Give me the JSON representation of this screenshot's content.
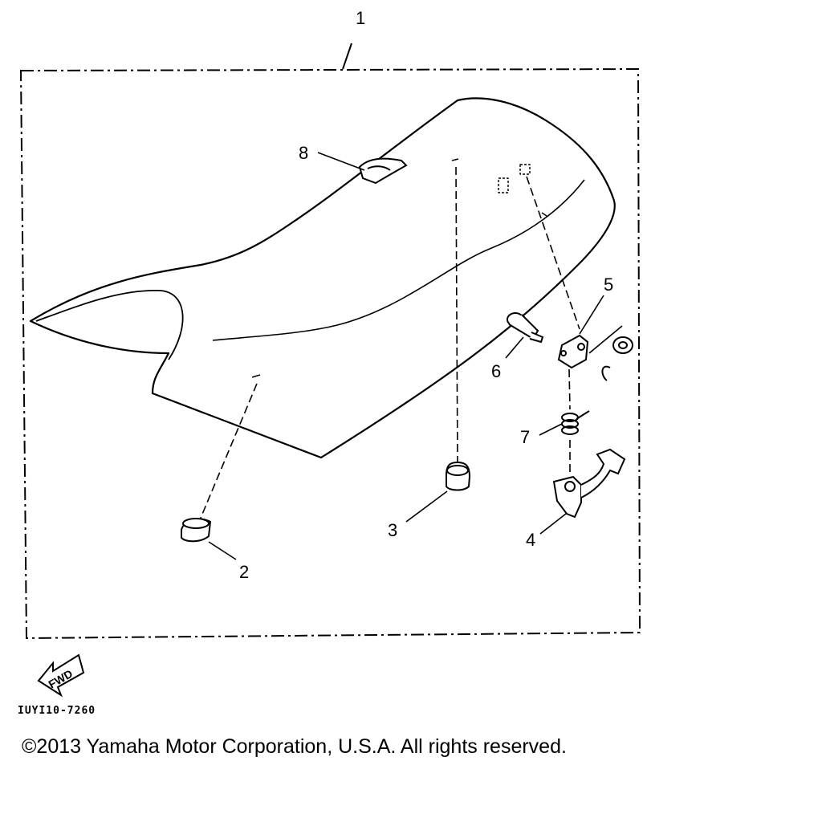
{
  "callouts": {
    "c1": "1",
    "c2": "2",
    "c3": "3",
    "c4": "4",
    "c5": "5",
    "c6": "6",
    "c7": "7",
    "c8": "8"
  },
  "fwd_label": "FWD",
  "drawing_code": "IUYI10-7260",
  "copyright": "©2013 Yamaha Motor Corporation, U.S.A. All rights reserved."
}
